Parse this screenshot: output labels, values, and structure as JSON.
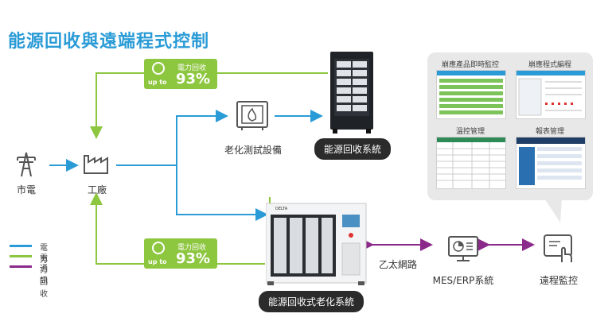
{
  "title": "能源回收與遠端程式控制",
  "nodes": {
    "grid": "市電",
    "factory": "工廠",
    "aging_test": "老化測試設備",
    "recovery_system": "能源回收系統",
    "recovery_aging_system": "能源回收式老化系統",
    "ethernet": "乙太網路",
    "mes_erp": "MES/ERP系統",
    "remote": "遠程監控"
  },
  "badges": [
    {
      "label": "電力回收",
      "upto": "up to",
      "value": "93%"
    },
    {
      "label": "電力回收",
      "upto": "up to",
      "value": "93%"
    }
  ],
  "screens": {
    "monitor": "崩應產品即時監控",
    "program": "崩應程式編程",
    "temp": "溫控管理",
    "report": "報表管理"
  },
  "legend": [
    {
      "label": "電力",
      "color": "#2a9bd6"
    },
    {
      "label": "電力回收",
      "color": "#8dc63f"
    },
    {
      "label": "通訊",
      "color": "#8b2a8a"
    }
  ],
  "machine_brand": "DELTA",
  "colors": {
    "power": "#2a9bd6",
    "recovery": "#8dc63f",
    "comm": "#8b2a8a",
    "title": "#2a9bd6"
  }
}
